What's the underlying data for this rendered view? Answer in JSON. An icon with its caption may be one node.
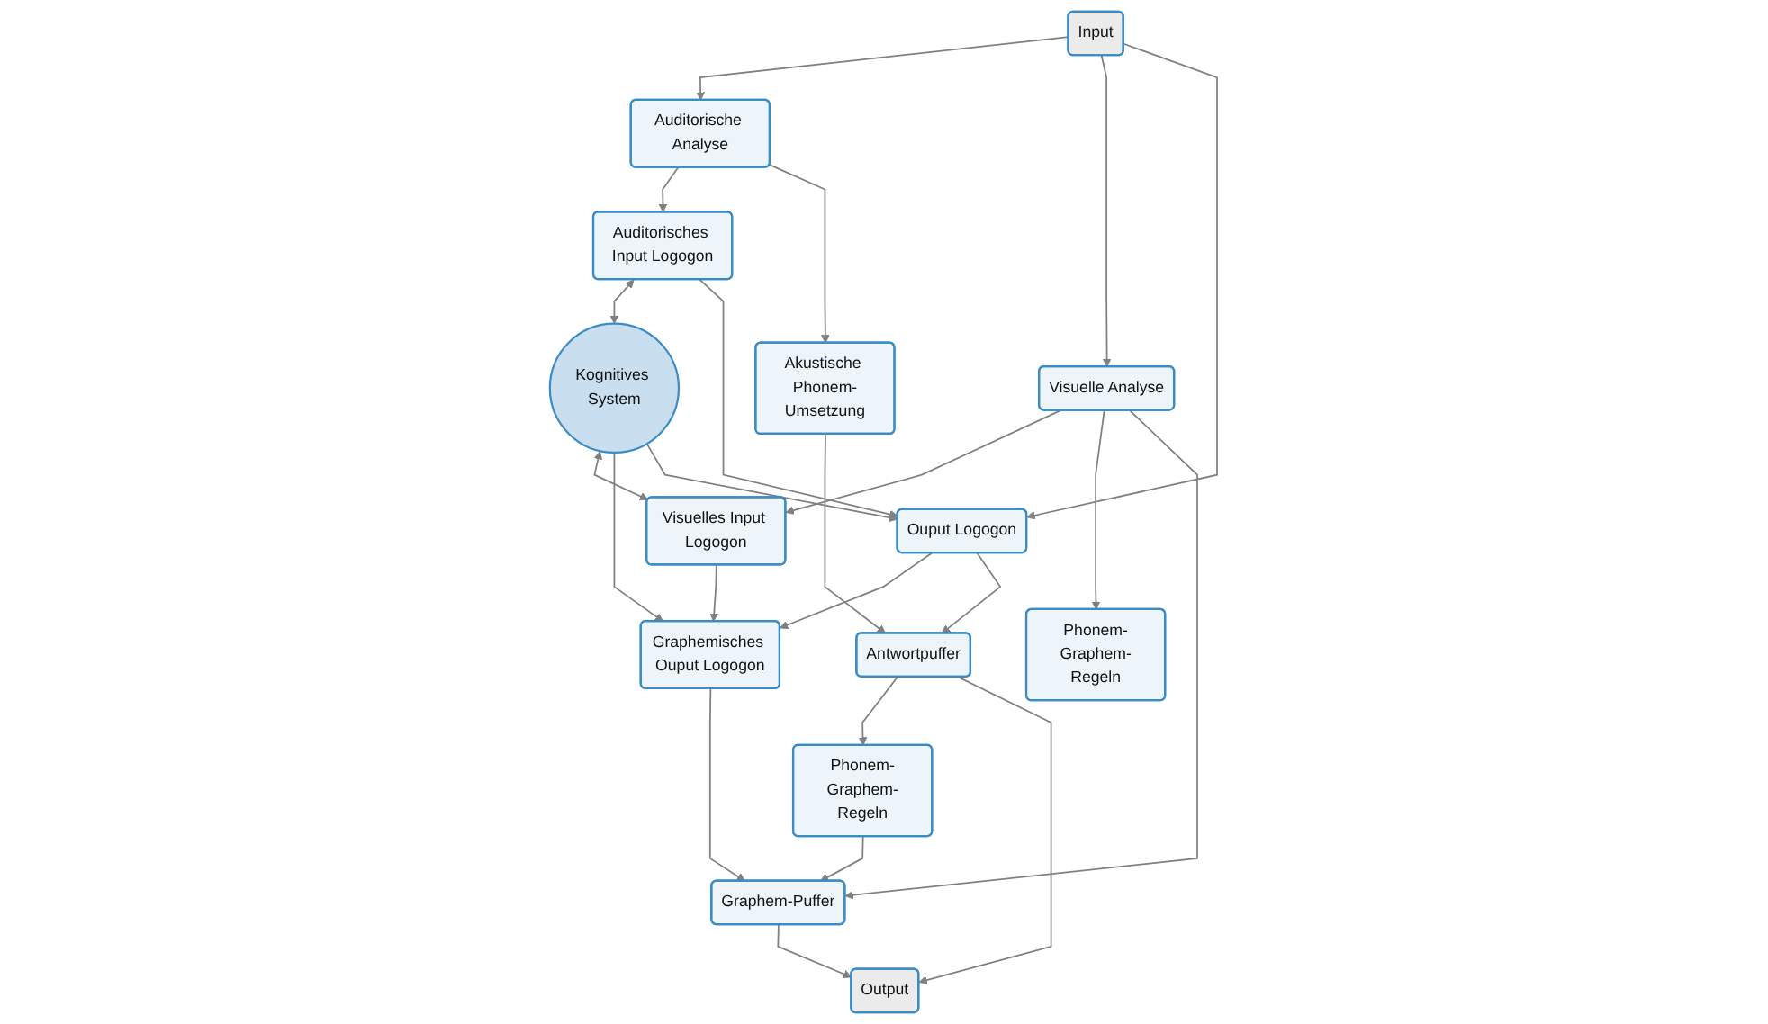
{
  "diagram": {
    "nodes": [
      {
        "text": [
          "Input"
        ]
      },
      {
        "text": [
          "Auditorische Analyse"
        ]
      },
      {
        "text": [
          "Visuelle Analyse"
        ]
      },
      {
        "text": [
          "Auditorisches Input Logogon"
        ]
      },
      {
        "text": [
          "Kognitives System"
        ]
      },
      {
        "text": [
          "Visuelles Input Logogon"
        ]
      },
      {
        "text": [
          "Phonem-Graphem-Regeln"
        ]
      },
      {
        "text": [
          "Akustische Phonem-Umsetzung"
        ]
      },
      {
        "text": [
          "Graphemisches Ouput Logogon"
        ]
      },
      {
        "text": [
          "Ouput Logogon"
        ]
      },
      {
        "text": [
          "Antwortpuffer"
        ]
      },
      {
        "text": [
          "Phonem-Graphem-Regeln"
        ]
      },
      {
        "text": [
          "Graphem-Puffer"
        ]
      },
      {
        "text": [
          "Output"
        ]
      }
    ],
    "edges": [
      {
        "from": 0,
        "to": 1,
        "arrow": "to"
      },
      {
        "from": 0,
        "to": 2,
        "arrow": "to"
      },
      {
        "from": 0,
        "to": 9,
        "arrow": "to"
      },
      {
        "from": 1,
        "to": 3,
        "arrow": "to"
      },
      {
        "from": 1,
        "to": 7,
        "arrow": "to"
      },
      {
        "from": 3,
        "to": 4,
        "arrow": "both"
      },
      {
        "from": 4,
        "to": 5,
        "arrow": "both"
      },
      {
        "from": 2,
        "to": 5,
        "arrow": "to"
      },
      {
        "from": 2,
        "to": 6,
        "arrow": "to"
      },
      {
        "from": 2,
        "to": 12,
        "arrow": "to"
      },
      {
        "from": 5,
        "to": 8,
        "arrow": "to"
      },
      {
        "from": 4,
        "to": 8,
        "arrow": "to"
      },
      {
        "from": 4,
        "to": 9,
        "arrow": "to"
      },
      {
        "from": 9,
        "to": 8,
        "arrow": "to"
      },
      {
        "from": 3,
        "to": 9,
        "arrow": "to"
      },
      {
        "from": 7,
        "to": 10,
        "arrow": "to"
      },
      {
        "from": 9,
        "to": 10,
        "arrow": "to"
      },
      {
        "from": 10,
        "to": 11,
        "arrow": "to"
      },
      {
        "from": 11,
        "to": 12,
        "arrow": "to"
      },
      {
        "from": 8,
        "to": 12,
        "arrow": "to"
      },
      {
        "from": 10,
        "to": 13,
        "arrow": "to"
      },
      {
        "from": 12,
        "to": 13,
        "arrow": "to"
      }
    ]
  }
}
